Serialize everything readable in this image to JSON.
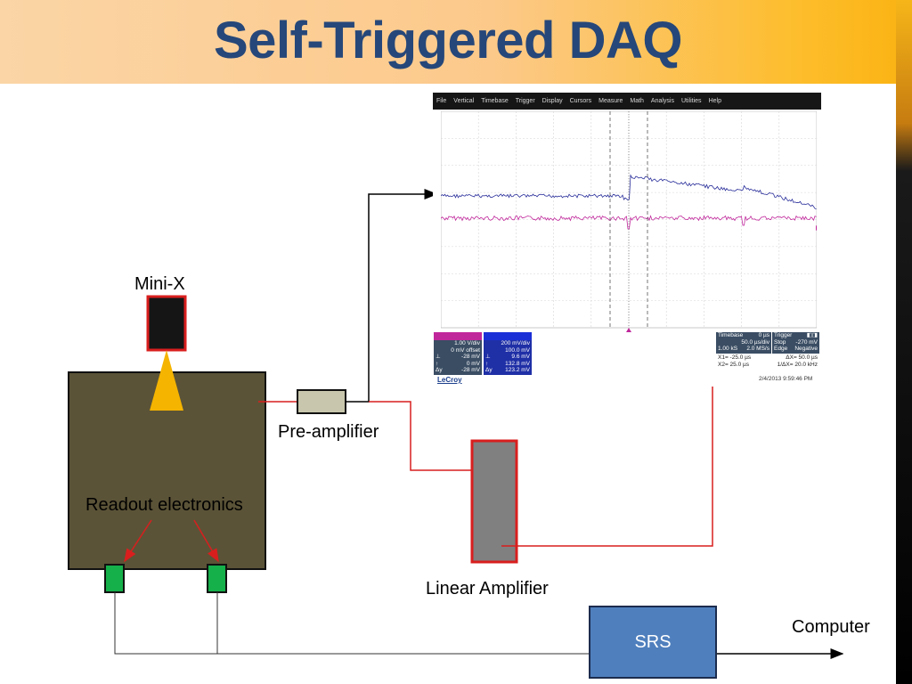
{
  "title": "Self-Triggered DAQ",
  "labels": {
    "mini_x": "Mini-X",
    "pre_amplifier": "Pre-amplifier",
    "readout_electronics": "Readout electronics",
    "linear_amplifier": "Linear Amplifier",
    "srs": "SRS",
    "computer": "Computer"
  },
  "oscilloscope": {
    "menu": [
      "File",
      "Vertical",
      "Timebase",
      "Trigger",
      "Display",
      "Cursors",
      "Measure",
      "Math",
      "Analysis",
      "Utilities",
      "Help"
    ],
    "brand": "LeCroy",
    "timestamp": "2/4/2013 9:59:46 PM",
    "ch1": {
      "scale": "1.00 V/div",
      "offset": "0 mV offset",
      "r1": "-28 mV",
      "r2": "0 mV",
      "r3": "-28 mV"
    },
    "ch2": {
      "scale": "200 mV/div",
      "offset": "100.0 mV",
      "r1": "9.6 mV",
      "r2": "132.8 mV",
      "r3": "123.2 mV"
    },
    "timebase": {
      "label": "Timebase",
      "value": "0 µs",
      "div": "50.0 µs/div",
      "samples": "1.00 kS",
      "rate": "2.0 MS/s"
    },
    "trigger": {
      "label": "Trigger",
      "stop": "Stop",
      "level": "-270 mV",
      "mode": "Edge",
      "slope": "Negative"
    },
    "cursors": {
      "x1": "X1= -25.0 µs",
      "dx": "ΔX= 50.0 µs",
      "x2": "X2= 25.0 µs",
      "f": "1/ΔX= 20.0 kHz"
    }
  },
  "colors": {
    "title": "#264779",
    "box_fill": "#5b5337",
    "signal_red": "#d91e1e",
    "led_green": "#15b04a",
    "srs_blue": "#4f7fbd",
    "trace_blue": "#2a2f9a",
    "trace_magenta": "#c0279b",
    "source_yellow": "#f5b400"
  }
}
